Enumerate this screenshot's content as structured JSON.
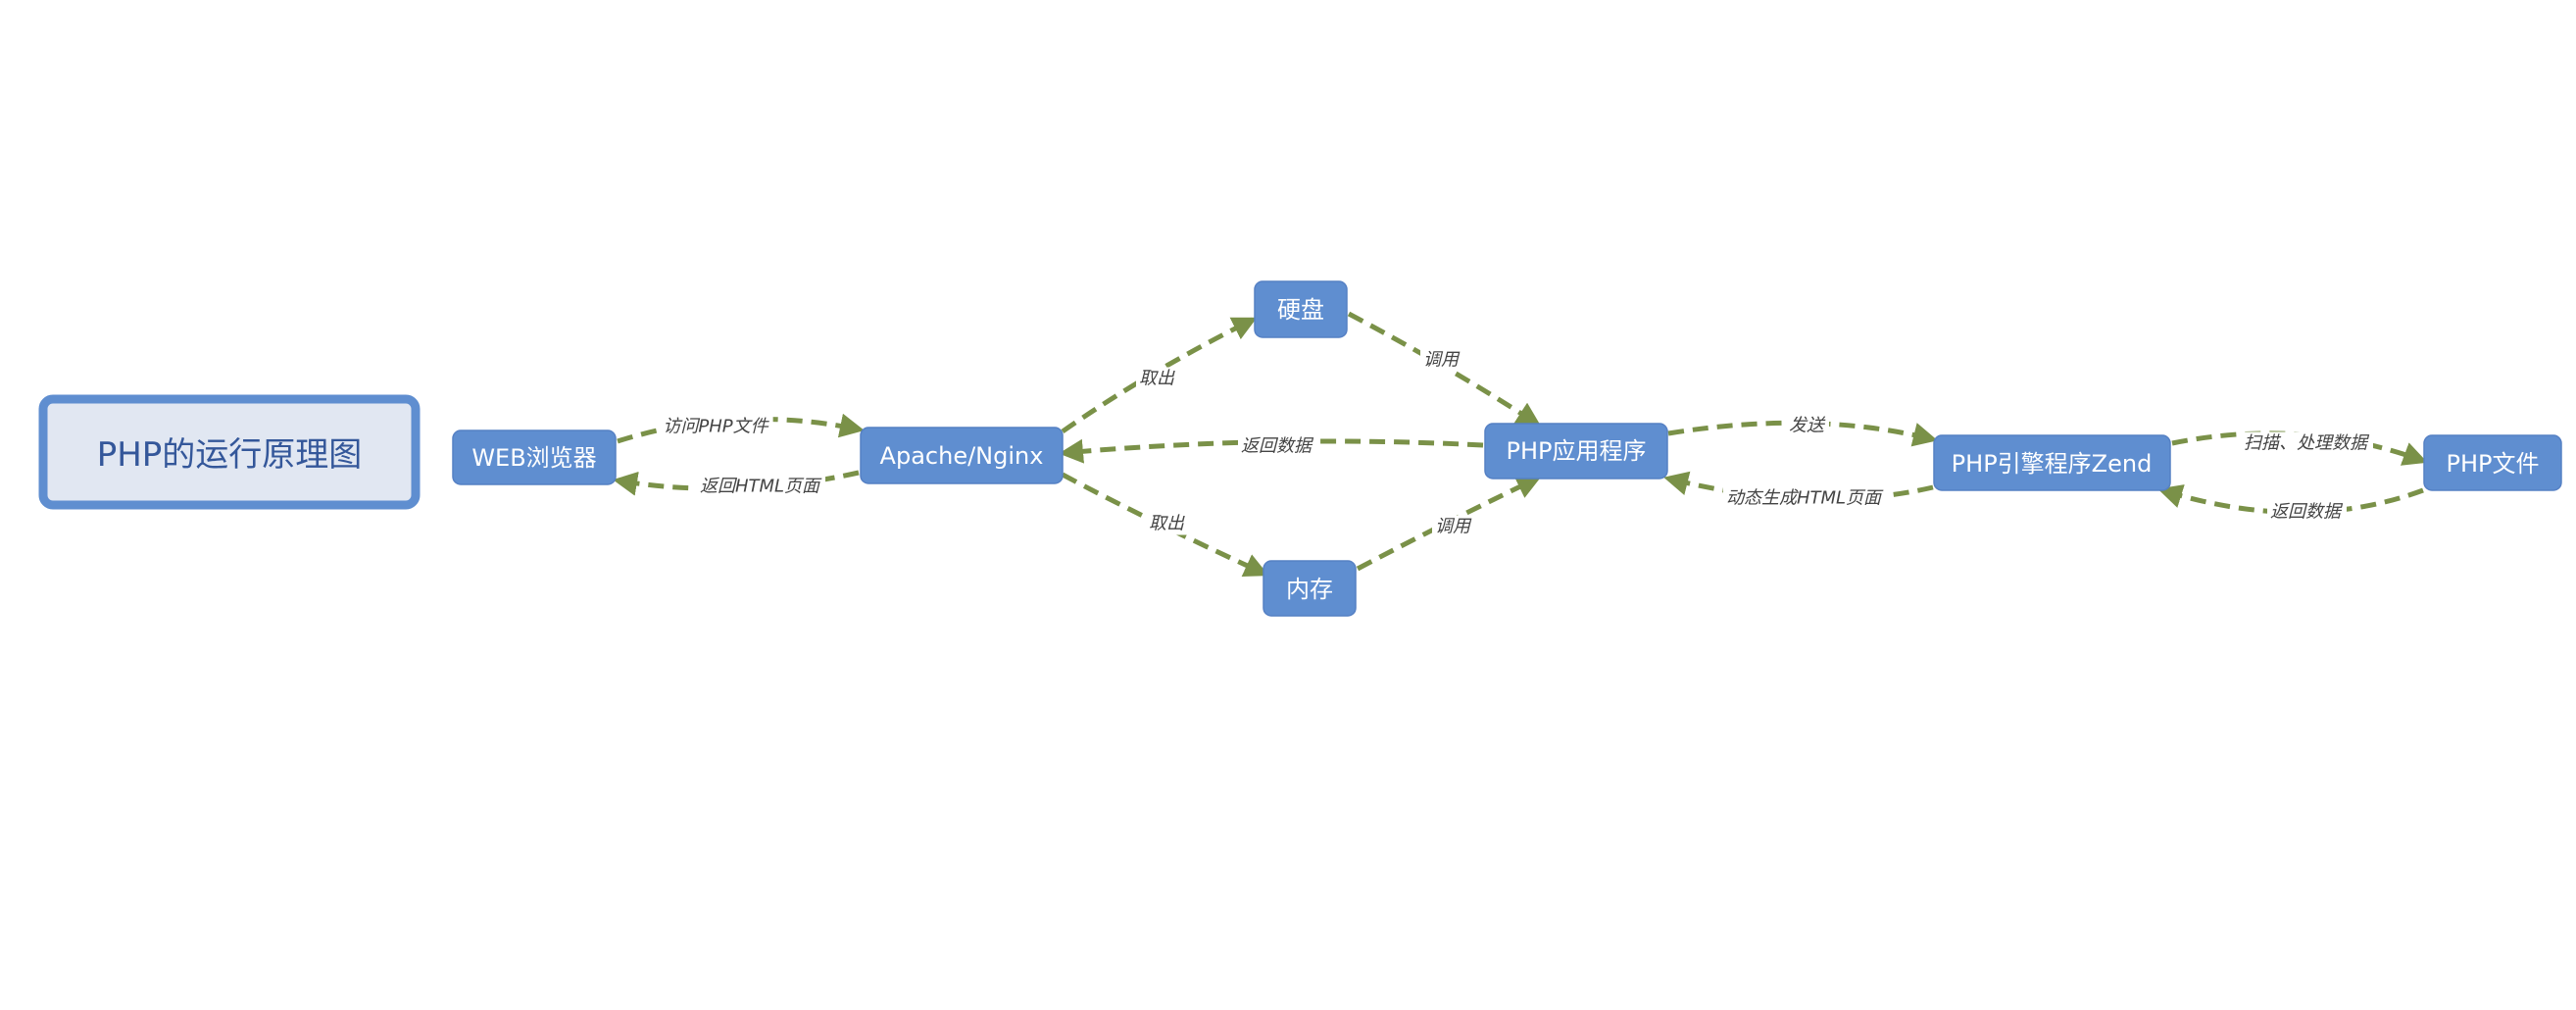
{
  "diagram": {
    "title": "PHP的运行原理图",
    "nodes": {
      "browser": "WEB浏览器",
      "server": "Apache/Nginx",
      "disk": "硬盘",
      "memory": "内存",
      "php_app": "PHP应用程序",
      "zend": "PHP引擎程序Zend",
      "php_file": "PHP文件"
    },
    "edges": {
      "browser_to_server": "访问PHP文件",
      "server_to_browser": "返回HTML页面",
      "server_to_disk": "取出",
      "server_to_memory": "取出",
      "disk_to_app": "调用",
      "memory_to_app": "调用",
      "app_to_server": "返回数据",
      "app_to_zend": "发送",
      "zend_to_app": "动态生成HTML页面",
      "zend_to_file": "扫描、处理数据",
      "file_to_zend": "返回数据"
    },
    "colors": {
      "node_fill": "#5f8ed0",
      "title_fill": "#e1e7f2",
      "title_text": "#34579a",
      "edge": "#7a9148",
      "label_text": "#444444"
    }
  }
}
